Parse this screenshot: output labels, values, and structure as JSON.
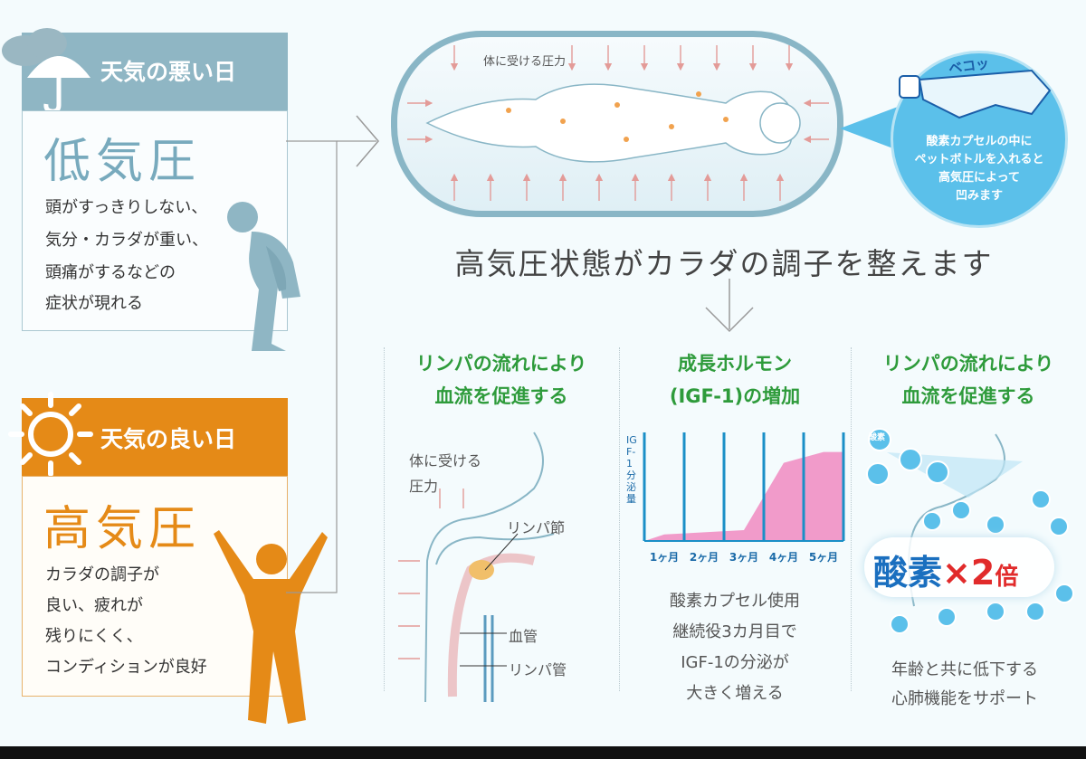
{
  "bad": {
    "heading": "天気の悪い日",
    "title": "低気圧",
    "lines": [
      "頭がすっきりしない、",
      "気分・カラダが重い、",
      "頭痛がするなどの",
      "症状が現れる"
    ]
  },
  "good": {
    "heading": "天気の良い日",
    "title": "高気圧",
    "lines": [
      "カラダの調子が",
      "良い、疲れが",
      "残りにくく、",
      "コンディションが良好"
    ]
  },
  "capsule": {
    "pressure_label": "体に受ける圧力",
    "bubble_sound": "ベコッ",
    "bubble_lines": [
      "酸素カプセルの中に",
      "ペットボトルを入れると",
      "高気圧によって",
      "凹みます"
    ]
  },
  "headline": "高気圧状態がカラダの調子を整えます",
  "col1": {
    "title_lines": [
      "リンパの流れにより",
      "血流を促進する"
    ],
    "pressure_lines": [
      "体に受ける",
      "圧力"
    ],
    "lymph_node": "リンパ節",
    "blood_vessel": "血管",
    "lymph_vessel": "リンパ管"
  },
  "col2": {
    "title_lines": [
      "成長ホルモン",
      "(IGF-1)の増加"
    ],
    "chart_axis": "IGF-1分泌量",
    "caption_lines": [
      "酸素カプセル使用",
      "継続役3カ月目で",
      "IGF-1の分泌が",
      "大きく増える"
    ]
  },
  "col3": {
    "title_lines": [
      "リンパの流れにより",
      "血流を促進する"
    ],
    "o2_label": "酸素",
    "times": "×",
    "factor": "2",
    "unit": "倍",
    "bubble_label": "酸素",
    "caption_lines": [
      "年齢と共に低下する",
      "心肺機能をサポート"
    ]
  },
  "chart_data": {
    "type": "area",
    "categories": [
      "1ヶ月",
      "2ヶ月",
      "3ヶ月",
      "4ヶ月",
      "5ヶ月"
    ],
    "series": [
      {
        "values": [
          0.06,
          0.08,
          0.1,
          0.72,
          0.82
        ]
      }
    ],
    "ylabel": "IGF-1分泌量",
    "ylim": [
      0,
      1
    ],
    "colors": {
      "fill": "#ee4da0",
      "bars": "#1a8fc7"
    }
  },
  "colors": {
    "bad": "#8fb6c4",
    "good": "#e58a17",
    "green": "#2e9b3b",
    "sky": "#5bc0ea"
  }
}
